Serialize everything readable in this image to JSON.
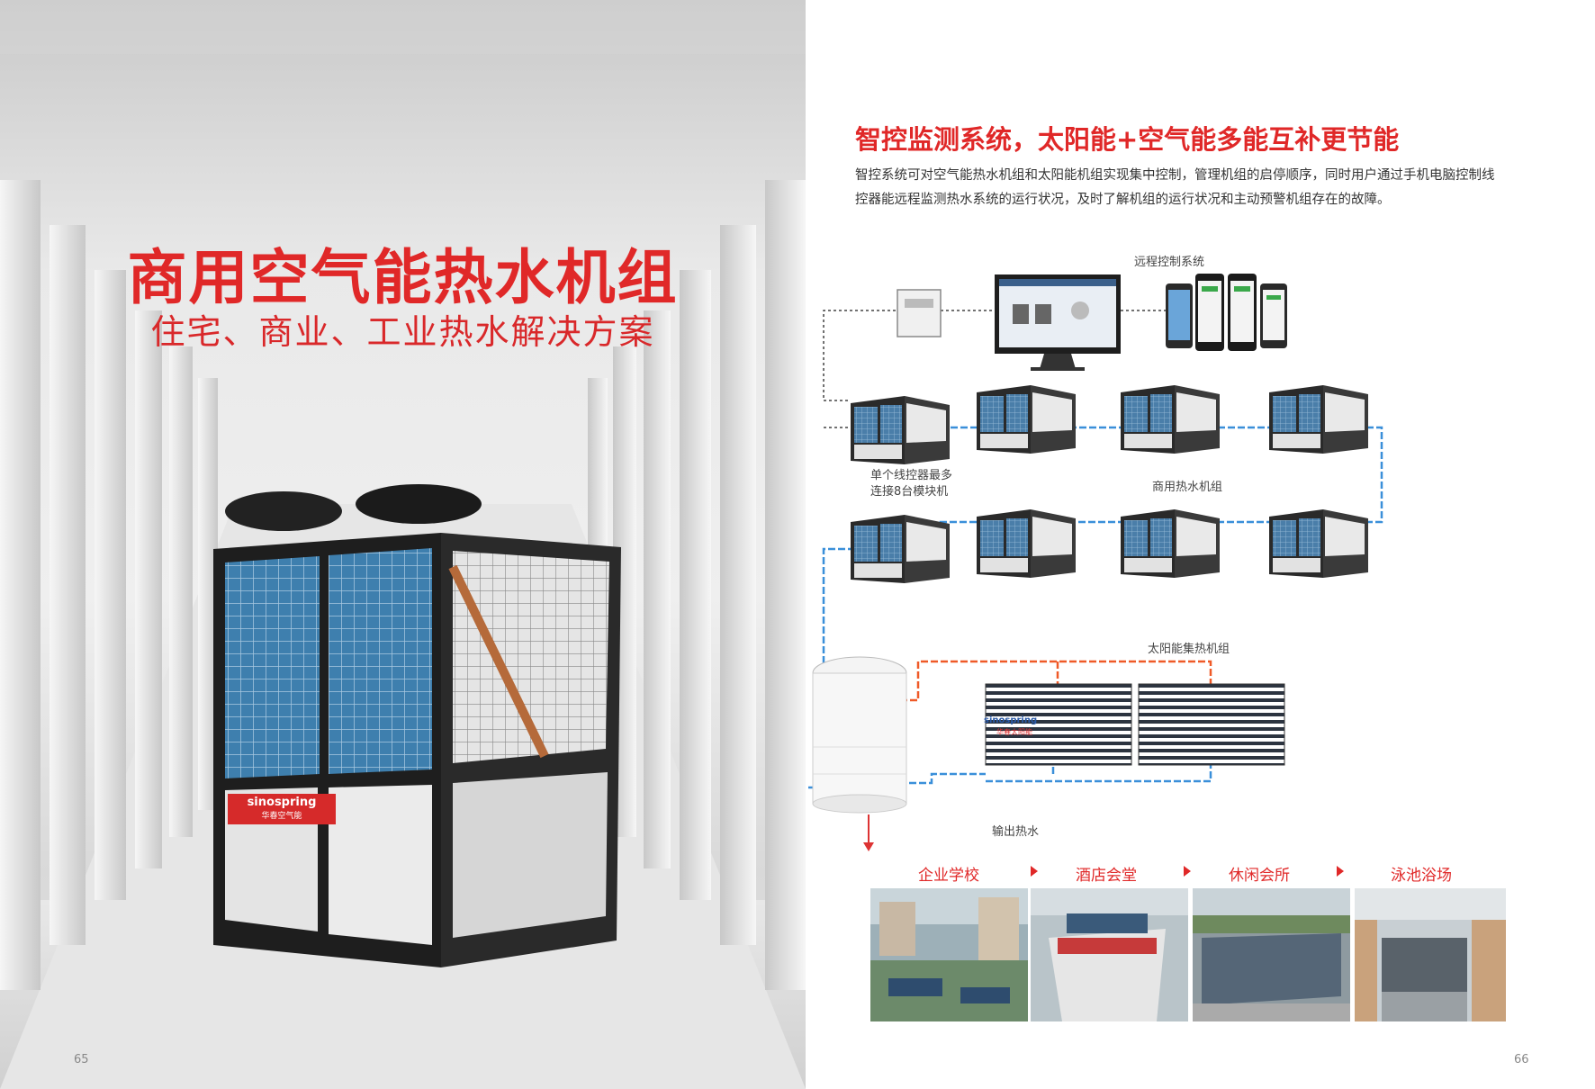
{
  "left": {
    "title": "商用空气能热水机组",
    "subtitle": "住宅、商业、工业热水解决方案",
    "badge": {
      "brand": "sinospring",
      "brand_cn": "华春空气能"
    },
    "page_number": "65"
  },
  "right": {
    "title": "智控监测系统，太阳能+空气能多能互补更节能",
    "description_line1": "智控系统可对空气能热水机组和太阳能机组实现集中控制，管理机组的启停顺序，同时用户通过手机电脑控制线",
    "description_line2": "控器能远程监测热水系统的运行状况，及时了解机组的运行状况和主动预警机组存在的故障。",
    "page_number": "66"
  },
  "diagram": {
    "remote_control": "远程控制系统",
    "controller_note_line1": "单个线控器最多",
    "controller_note_line2": "连接8台模块机",
    "commercial_units": "商用热水机组",
    "solar_collectors": "太阳能集热机组",
    "output": "输出热水",
    "tank_brand": "sinospring",
    "tank_brand_cn": "华春太阳能"
  },
  "applications": [
    {
      "label": "企业学校"
    },
    {
      "label": "酒店会堂"
    },
    {
      "label": "休闲会所"
    },
    {
      "label": "泳池浴场"
    }
  ],
  "colors": {
    "accent": "#e02828",
    "hot_pipe": "#ef5a28",
    "cold_pipe": "#3a8fd9"
  }
}
